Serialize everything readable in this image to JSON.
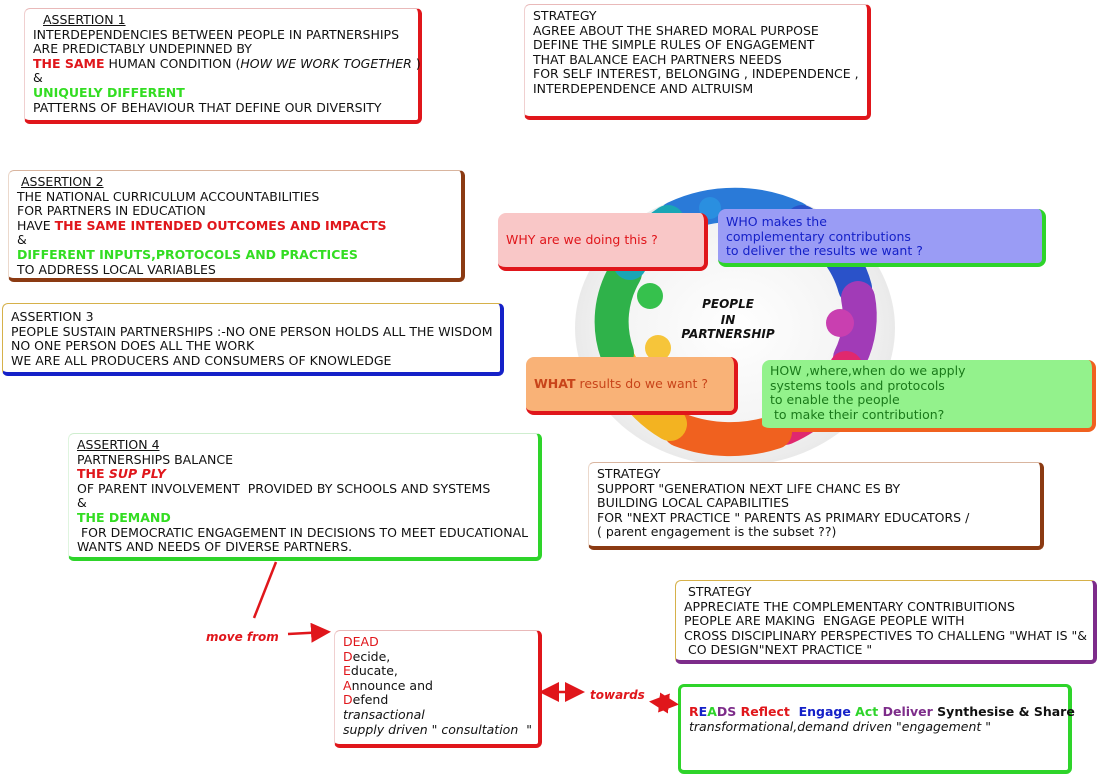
{
  "assertion1": {
    "heading": "ASSERTION 1",
    "line1": "INTERDEPENDENCIES BETWEEN PEOPLE IN PARTNERSHIPS",
    "line2": "ARE PREDICTABLY UNDEPINNED BY",
    "same": "THE SAME",
    "human": " HUMAN CONDITION (",
    "how": "HOW WE WORK TOGETHER",
    "close": " )",
    "amp": "&",
    "unique": "UNIQUELY DIFFERENT",
    "last": "PATTERNS OF BEHAVIOUR THAT DEFINE OUR DIVERSITY"
  },
  "strategy1": {
    "lines": [
      "STRATEGY",
      "AGREE ABOUT THE SHARED MORAL PURPOSE",
      "DEFINE THE SIMPLE RULES OF ENGAGEMENT",
      "THAT BALANCE EACH PARTNERS NEEDS",
      "FOR SELF INTEREST, BELONGING , INDEPENDENCE ,",
      "INTERDEPENDENCE AND ALTRUISM"
    ]
  },
  "assertion2": {
    "heading": "ASSERTION 2",
    "line1": "THE NATIONAL CURRICULUM ACCOUNTABILITIES",
    "line2": "FOR PARTNERS IN EDUCATION",
    "have": "HAVE ",
    "same": "THE SAME INTENDED OUTCOMES AND IMPACTS",
    "amp": "&",
    "different": "DIFFERENT INPUTS,PROTOCOLS AND PRACTICES",
    "last": "TO ADDRESS LOCAL VARIABLES"
  },
  "assertion3": {
    "lines": [
      "ASSERTION 3",
      "PEOPLE SUSTAIN PARTNERSHIPS :-NO ONE PERSON HOLDS ALL THE WISDOM",
      "NO ONE PERSON DOES ALL THE WORK",
      "WE ARE ALL PRODUCERS AND CONSUMERS OF KNOWLEDGE"
    ]
  },
  "assertion4": {
    "heading": "ASSERTION 4",
    "line1": "PARTNERSHIPS BALANCE",
    "supply_the": "THE ",
    "supply": "SUP PLY",
    "line3": "OF PARENT INVOLVEMENT  PROVIDED BY SCHOOLS AND SYSTEMS",
    "amp": "&",
    "demand": "THE DEMAND",
    "line6": " FOR DEMOCRATIC ENGAGEMENT IN DECISIONS TO MEET EDUCATIONAL",
    "line7": "WANTS AND NEEDS OF DIVERSE PARTNERS."
  },
  "center": {
    "title_lines": [
      "PEOPLE",
      "IN",
      "PARTNERSHIP"
    ],
    "why": "WHY are we doing this ?",
    "who": [
      "WHO makes the",
      "complementary contributions",
      "to deliver the results we want ?"
    ],
    "what_bold": "WHAT",
    "what_rest": " results do we want ?",
    "how": [
      "HOW ,where,when do we apply",
      "systems tools and protocols",
      "to enable the people",
      " to make their contribution?"
    ]
  },
  "strategy2": {
    "lines": [
      "STRATEGY",
      "SUPPORT \"GENERATION NEXT LIFE CHANC ES BY",
      "BUILDING LOCAL CAPABILITIES",
      "FOR \"NEXT PRACTICE \" PARENTS AS PRIMARY EDUCATORS /",
      "( parent engagement is the subset ??)"
    ]
  },
  "strategy3": {
    "lines": [
      " STRATEGY",
      "APPRECIATE THE COMPLEMENTARY CONTRIBUITIONS",
      "PEOPLE ARE MAKING  ENGAGE PEOPLE WITH",
      "CROSS DISCIPLINARY PERSPECTIVES TO CHALLENG \"WHAT IS \"&",
      " CO DESIGN\"NEXT PRACTICE \""
    ]
  },
  "dead": {
    "title": "DEAD",
    "items": [
      {
        "letter": "D",
        "rest": "ecide,"
      },
      {
        "letter": "E",
        "rest": "ducate,"
      },
      {
        "letter": "A",
        "rest": "nnounce and"
      },
      {
        "letter": "D",
        "rest": "efend"
      }
    ],
    "line_a": "transactional",
    "line_b": "supply driven \" consultation  \""
  },
  "reads": {
    "r": "R",
    "e": "E",
    "a": "A",
    "ds": "DS",
    "reflect": " Reflect  ",
    "engage": "Engage ",
    "act": "Act ",
    "deliver": "Deliver ",
    "synth": "Synthesise & Share",
    "sub": "transformational,demand driven \"engagement \""
  },
  "labels": {
    "move_from": "move from",
    "towards": "towards"
  },
  "colors": {
    "red": "#e0161b",
    "green": "#33dd22",
    "blue": "#1521c8",
    "brown": "#8b3a12",
    "purple": "#7d2c8a"
  }
}
